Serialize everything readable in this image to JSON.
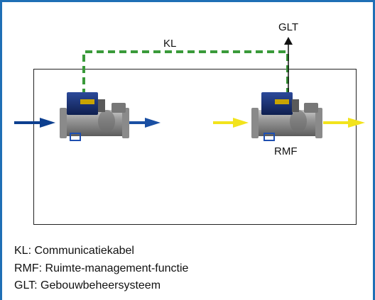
{
  "diagram": {
    "labels": {
      "kl": "KL",
      "glt": "GLT",
      "rmf": "RMF"
    },
    "colors": {
      "frame_border": "#1f6fb5",
      "cable_dashed": "#3a9a3a",
      "flow_in": "#0d3f8f",
      "flow_out_blue": "#1a4fa3",
      "flow_yellow": "#f2e31c",
      "device_body": "#8c8c8c",
      "device_head": "#1b2f6b"
    },
    "icons": [
      "arrow-up-icon",
      "flow-arrow-icon",
      "damper-unit-icon"
    ]
  },
  "legend": {
    "items": [
      "KL: Communicatiekabel",
      "RMF: Ruimte-management-functie",
      "GLT: Gebouwbeheersysteem"
    ]
  }
}
